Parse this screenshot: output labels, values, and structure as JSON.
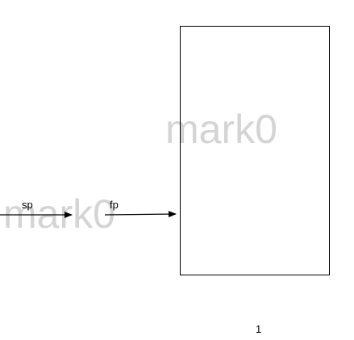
{
  "watermarks": [
    "mark0",
    "mark0"
  ],
  "arrows": [
    {
      "label": "sp"
    },
    {
      "label": "fp"
    }
  ],
  "page_number": "1",
  "colors": {
    "stroke": "#000000",
    "watermark": "#d4d4d4",
    "background": "#ffffff"
  }
}
